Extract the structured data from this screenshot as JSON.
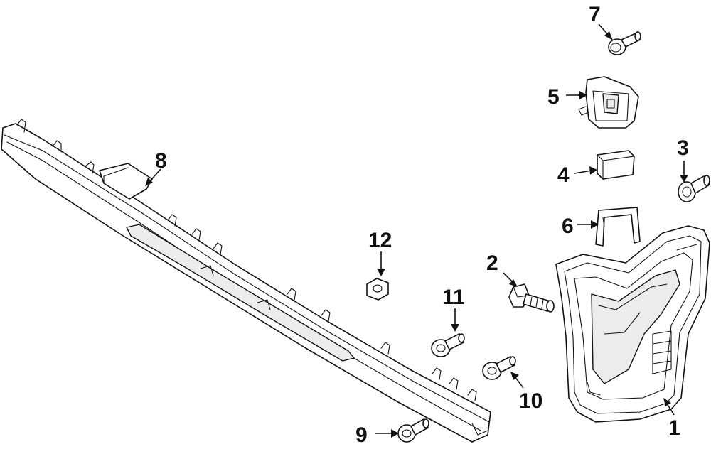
{
  "callouts": {
    "c1": "1",
    "c2": "2",
    "c3": "3",
    "c4": "4",
    "c5": "5",
    "c6": "6",
    "c7": "7",
    "c8": "8",
    "c9": "9",
    "c10": "10",
    "c11": "11",
    "c12": "12"
  },
  "colors": {
    "line": "#111111",
    "background": "#ffffff",
    "shade": "#ececec"
  }
}
